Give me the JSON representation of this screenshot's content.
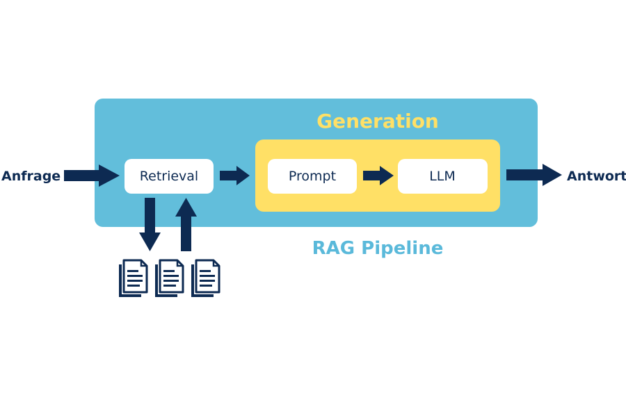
{
  "input_label": "Anfrage",
  "output_label": "Antwort",
  "retrieval_label": "Retrieval",
  "generation_title": "Generation",
  "prompt_label": "Prompt",
  "llm_label": "LLM",
  "pipeline_title": "RAG Pipeline",
  "documents": [
    "document-icon",
    "document-icon",
    "document-icon"
  ],
  "colors": {
    "pipeline_bg": "#62bedb",
    "generation_bg": "#ffe066",
    "box_bg": "#ffffff",
    "arrow": "#0d2a52",
    "text_dark": "#0d2a52",
    "title_blue": "#5ab9da"
  }
}
